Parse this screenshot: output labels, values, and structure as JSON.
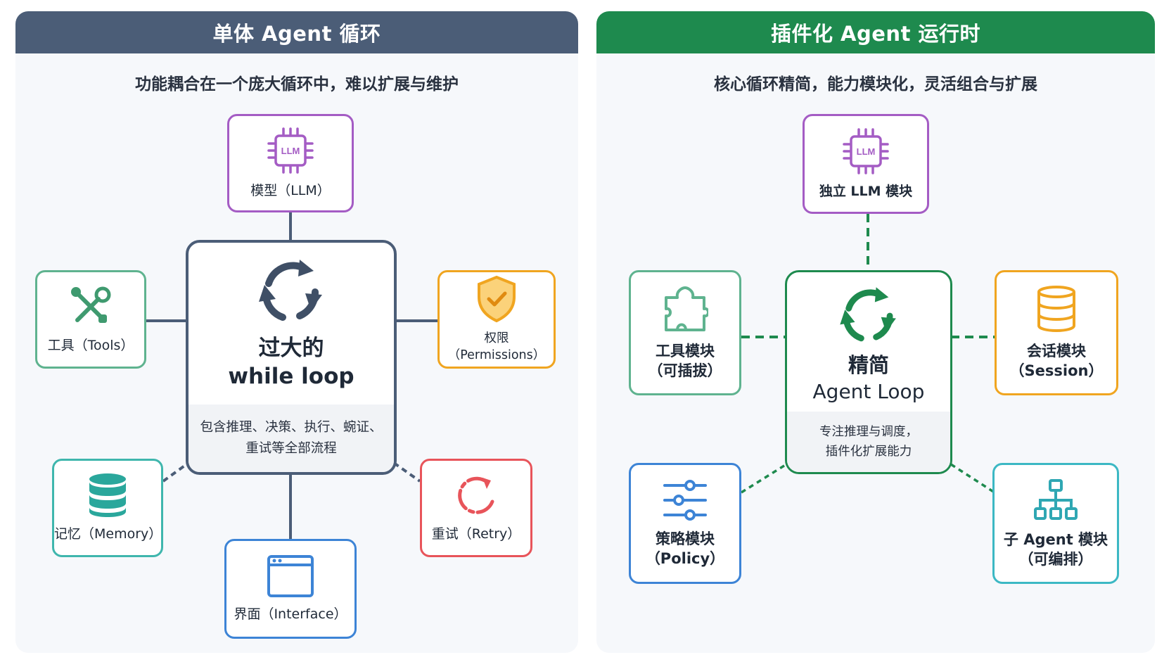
{
  "left": {
    "header": "单体 Agent 循环",
    "subtitle": "功能耦合在一个庞大循环中，难以扩展与维护",
    "center": {
      "title_line1": "过大的",
      "title_line2": "while loop",
      "desc": "包含推理、决策、执行、蜿证、\n重试等全部流程"
    },
    "nodes": {
      "llm": {
        "chip_text": "LLM",
        "label": "模型（LLM）"
      },
      "tools": {
        "label": "工具（Tools）"
      },
      "permissions": {
        "label": "权限（Permissions）"
      },
      "memory": {
        "label": "记忆（Memory）"
      },
      "retry": {
        "label": "重试（Retry）"
      },
      "interface": {
        "label": "界面（Interface）"
      }
    }
  },
  "right": {
    "header": "插件化 Agent 运行时",
    "subtitle": "核心循环精简，能力模块化，灵活组合与扩展",
    "center": {
      "title_line1": "精简",
      "title_line2": "Agent Loop",
      "desc": "专注推理与调度，\n插件化扩展能力"
    },
    "nodes": {
      "llm": {
        "chip_text": "LLM",
        "label": "独立 LLM 模块"
      },
      "tools": {
        "label": "工具模块\n（可插拔）"
      },
      "session": {
        "label": "会话模块\n（Session）"
      },
      "policy": {
        "label": "策略模块\n（Policy）"
      },
      "subagent": {
        "label": "子 Agent 模块\n（可编排）"
      }
    }
  },
  "colors": {
    "left_header": "#4b5d77",
    "right_header": "#1e8a4e",
    "purple": "#a45cc4",
    "green": "#5fb38f",
    "orange": "#f0a520",
    "teal": "#3fb6ad",
    "red": "#e8545a",
    "blue": "#3d84d6",
    "cyan": "#3cb8c4",
    "slate": "#4b5d77",
    "dark_green": "#1e8a4e"
  }
}
